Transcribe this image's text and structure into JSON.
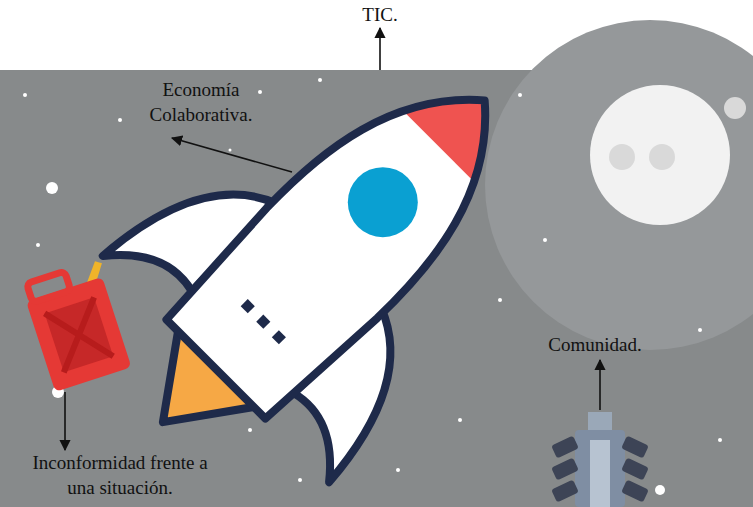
{
  "diagram": {
    "labels": [
      "TIC.",
      "Economía Colaborativa.",
      "Comunidad.",
      "Inconformidad frente a una situación."
    ]
  }
}
